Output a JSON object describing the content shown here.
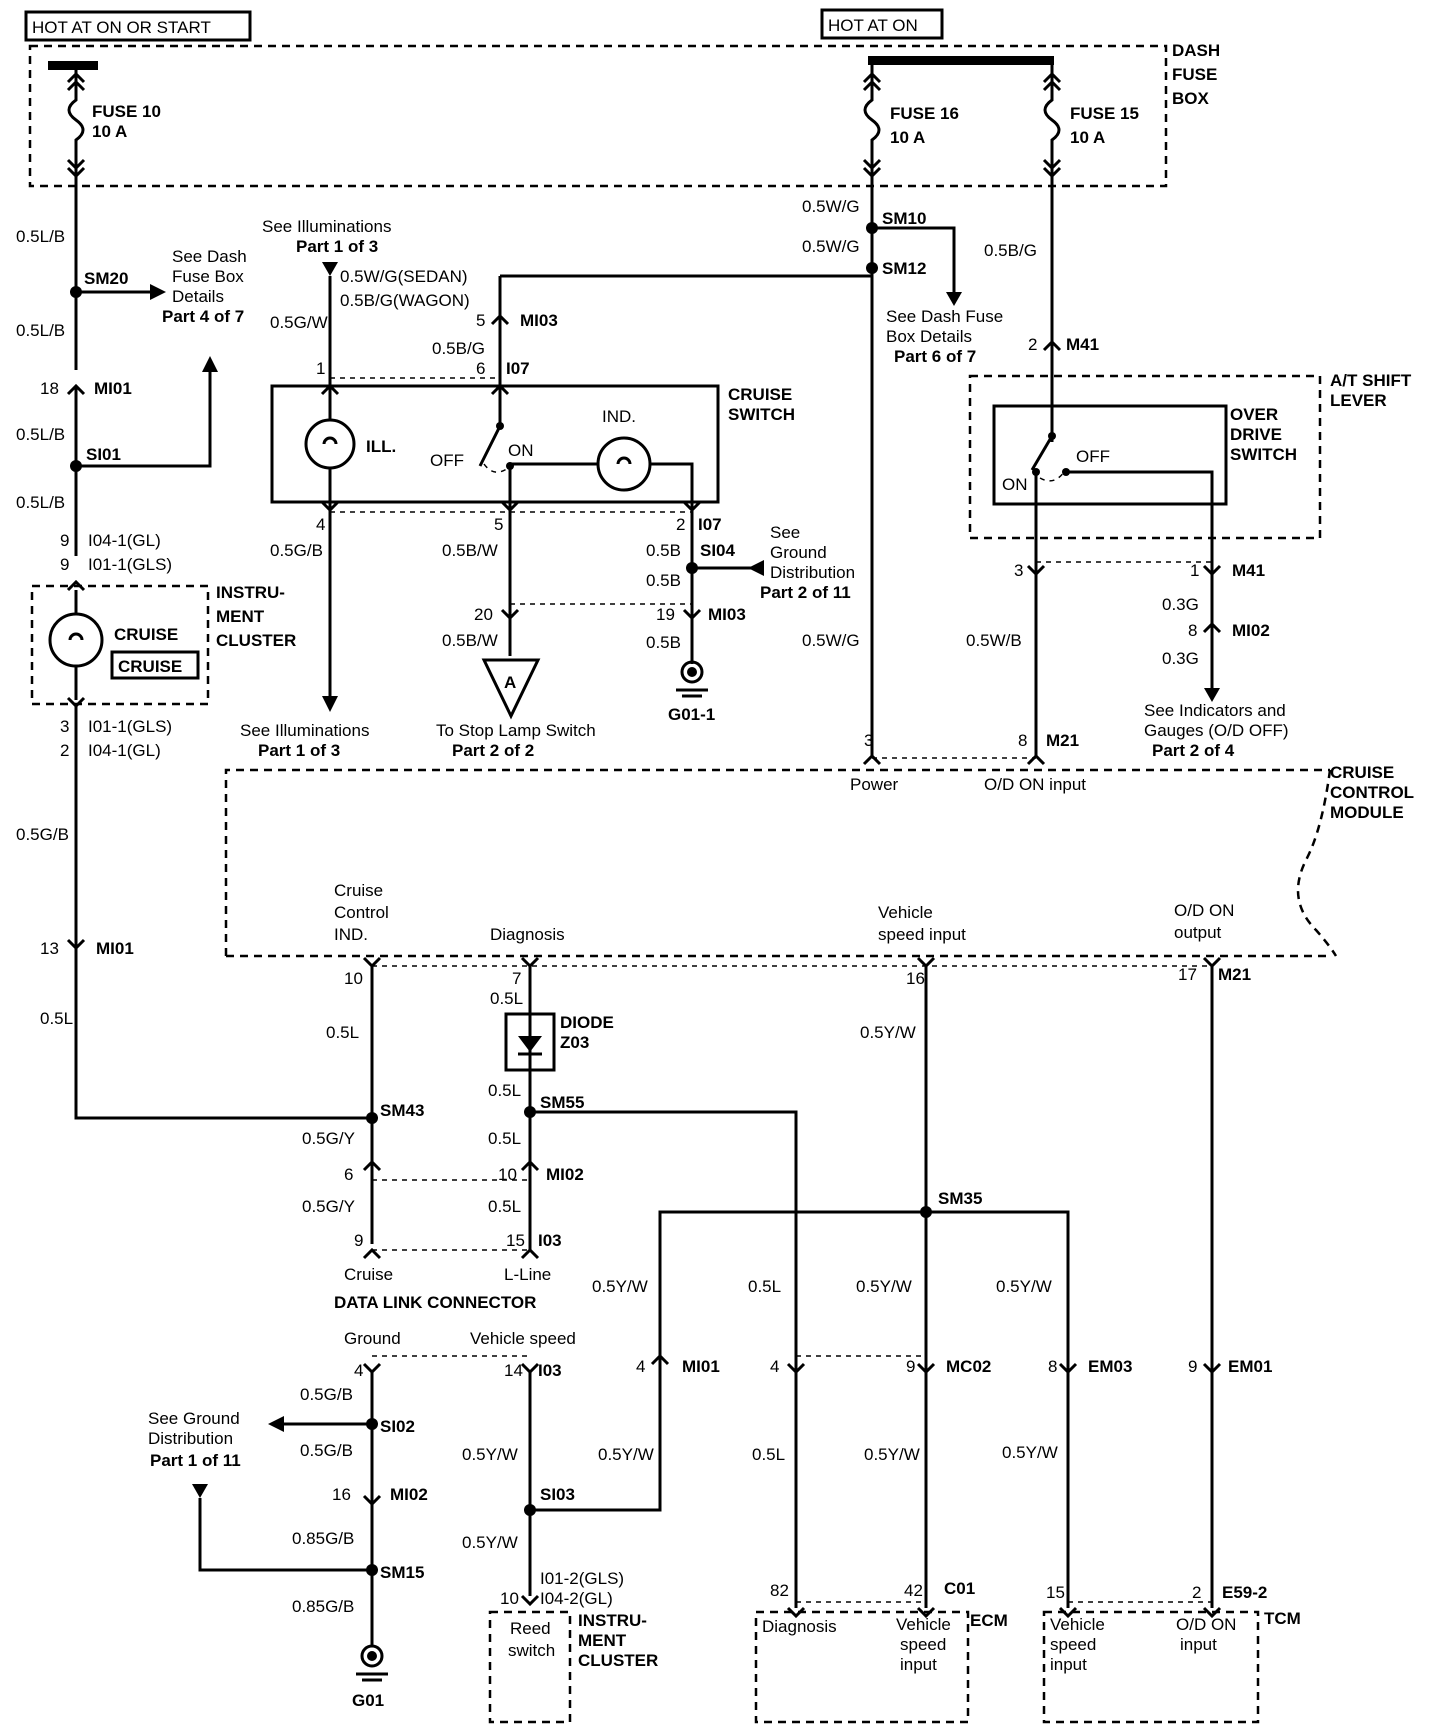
{
  "top": {
    "hot_start": "HOT AT ON OR START",
    "hot_on": "HOT AT ON",
    "dash_fuse_box": [
      "DASH",
      "FUSE",
      "BOX"
    ]
  },
  "fuses": {
    "f10": "FUSE 10",
    "f10a": "10 A",
    "f16": "FUSE 16",
    "f16a": "10 A",
    "f15": "FUSE 15",
    "f15a": "10 A"
  },
  "wires": {
    "l_05LB": "0.5L/B",
    "l_05G_B": "0.5G/B",
    "l_05L": "0.5L",
    "w_05WG": "0.5W/G",
    "w_05BG": "0.5B/G",
    "w_05WG_sedan": "0.5W/G(SEDAN)",
    "w_05BG_wagon": "0.5B/G(WAGON)",
    "w_05GW": "0.5G/W",
    "w_05GB": "0.5G/B",
    "w_05BW": "0.5B/W",
    "w_05B": "0.5B",
    "w_05WB": "0.5W/B",
    "w_03G": "0.3G",
    "w_05GY": "0.5G/Y",
    "w_05YW": "0.5Y/W",
    "w_085GB": "0.85G/B"
  },
  "connectors": {
    "SM20": "SM20",
    "MI01": "MI01",
    "SI01": "SI01",
    "I04_1GL": "I04-1(GL)",
    "I01_1GLS": "I01-1(GLS)",
    "I01_1GLS_b": "I01-1(GLS)",
    "I04_1GL_b": "I04-1(GL)",
    "SM10": "SM10",
    "SM12": "SM12",
    "MI03": "MI03",
    "I07": "I07",
    "SI04": "SI04",
    "M41": "M41",
    "MI02": "MI02",
    "M21": "M21",
    "SM43": "SM43",
    "SM55": "SM55",
    "I03": "I03",
    "SM35": "SM35",
    "MC02": "MC02",
    "EM03": "EM03",
    "EM01": "EM01",
    "SI02": "SI02",
    "SI03": "SI03",
    "SM15": "SM15",
    "C01": "C01",
    "E59_2": "E59-2",
    "I01_2GLS": "I01-2(GLS)",
    "I04_2GL": "I04-2(GL)",
    "G01_1": "G01-1",
    "G01": "G01",
    "Z03": "Z03"
  },
  "pins": [
    "18",
    "9",
    "9",
    "3",
    "2",
    "13",
    "1",
    "6",
    "5",
    "4",
    "5",
    "2",
    "20",
    "19",
    "2",
    "3",
    "1",
    "8",
    "3",
    "8",
    "10",
    "7",
    "16",
    "17",
    "6",
    "10",
    "9",
    "15",
    "4",
    "14",
    "16",
    "10",
    "4",
    "4",
    "9",
    "8",
    "9",
    "82",
    "42",
    "15",
    "2"
  ],
  "refs": {
    "dash_fuse_p4": [
      "See Dash",
      "Fuse Box",
      "Details",
      "Part 4 of 7"
    ],
    "illum_top": [
      "See Illuminations",
      "Part 1 of 3"
    ],
    "illum_bottom": [
      "See Illuminations",
      "Part 1 of 3"
    ],
    "dash_fuse_p6": [
      "See Dash Fuse",
      "Box Details",
      "Part 6 of 7"
    ],
    "ground_p2": [
      "See",
      "Ground",
      "Distribution",
      "Part 2 of 11"
    ],
    "stop_lamp": [
      "To Stop Lamp Switch",
      "Part 2 of 2"
    ],
    "indicators": [
      "See Indicators and",
      "Gauges (O/D OFF)",
      "Part 2 of 4"
    ],
    "ground_p1": [
      "See Ground",
      "Distribution",
      "Part 1 of 11"
    ]
  },
  "components": {
    "cruise_switch": [
      "CRUISE",
      "SWITCH"
    ],
    "ill": "ILL.",
    "ind": "IND.",
    "off": "OFF",
    "on": "ON",
    "at_shift": [
      "A/T SHIFT",
      "LEVER"
    ],
    "overdrive": [
      "OVER",
      "DRIVE",
      "SWITCH"
    ],
    "od_off": "OFF",
    "od_on": "ON",
    "instr_cluster": [
      "INSTRU-",
      "MENT",
      "CLUSTER"
    ],
    "cruise_lamp": "CRUISE",
    "cruise_ind": "CRUISE",
    "ccm": [
      "CRUISE",
      "CONTROL",
      "MODULE"
    ],
    "power": "Power",
    "od_on_input": "O/D ON input",
    "cc_ind": [
      "Cruise",
      "Control",
      "IND."
    ],
    "diagnosis": "Diagnosis",
    "vss_input": [
      "Vehicle",
      "speed input"
    ],
    "od_on_output": [
      "O/D ON",
      "output"
    ],
    "diode": "DIODE",
    "dlc": "DATA LINK CONNECTOR",
    "cruise": "Cruise",
    "lline": "L-Line",
    "ground": "Ground",
    "vehicle_speed": "Vehicle speed",
    "reed": [
      "Reed",
      "switch"
    ],
    "instr2": [
      "INSTRU-",
      "MENT",
      "CLUSTER"
    ],
    "ecm": "ECM",
    "ecm_diag": "Diagnosis",
    "ecm_vss": [
      "Vehicle",
      "speed",
      "input"
    ],
    "tcm": "TCM",
    "tcm_vss": [
      "Vehicle",
      "speed",
      "input"
    ],
    "tcm_od": [
      "O/D ON",
      "input"
    ],
    "tri_a": "A"
  }
}
